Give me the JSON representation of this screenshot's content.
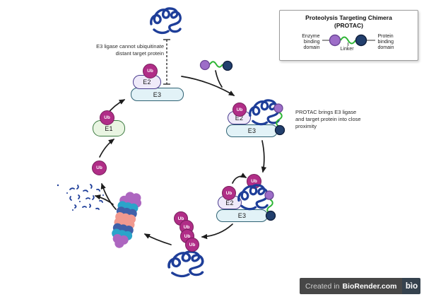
{
  "legend": {
    "title_line1": "Proteolysis Targeting Chimera",
    "title_line2": "(PROTAC)",
    "enzyme_label": "Enzyme binding domain",
    "linker_label": "Linker",
    "protein_label": "Protein binding domain"
  },
  "annotations": {
    "distant_target": "E3 ligase cannot ubiquitinate distant target protein",
    "close_proximity": "PROTAC brings E3 ligase and target protein into close proximity"
  },
  "molecules": {
    "ub": "Ub",
    "e1": "E1",
    "e2": "E2",
    "e3": "E3"
  },
  "footer": {
    "created_in": "Created in",
    "brand": "BioRender.com",
    "logo": "bìo"
  },
  "colors": {
    "ubiquitin": "#b02d87",
    "e1_fill": "#e9f5e2",
    "e2_fill": "#efeaf9",
    "e3_fill": "#e2f2f7",
    "target_protein_blue": "#1e3e99",
    "linker_green": "#2db534",
    "enzyme_domain_purple": "#9d6dc8",
    "protein_domain_navy": "#223f6d",
    "proteasome_purple": "#ad66c0",
    "proteasome_cyan": "#2aa4ca",
    "proteasome_blue": "#4060a8",
    "proteasome_salmon": "#f0998f",
    "badge_bg": "#474747",
    "badge_logo_bg": "#35424e"
  }
}
